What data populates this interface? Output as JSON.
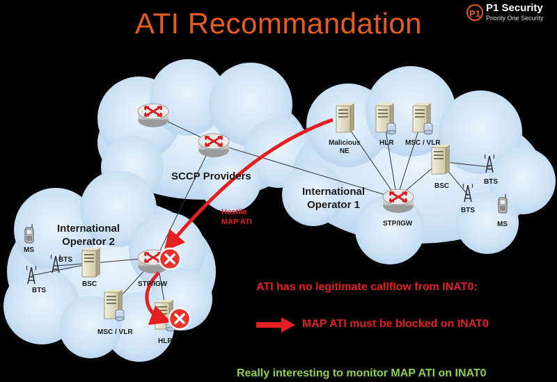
{
  "slide": {
    "title": "ATI Recommandation",
    "logo": {
      "mark": "P1",
      "name": "P1 Security",
      "tagline": "Priority One Security"
    }
  },
  "diagram": {
    "clouds": {
      "sccp": "SCCP Providers",
      "op1": "International\nOperator 1",
      "op2": "International\nOperator 2"
    },
    "op1_labels": {
      "malicious": "Malicious\nNE",
      "hlr": "HLR",
      "msc": "MSC / VLR",
      "bsc": "BSC",
      "bts1": "BTS",
      "bts2": "BTS",
      "ms": "MS",
      "stp": "STP/IGW"
    },
    "op2_labels": {
      "ms": "MS",
      "bts1": "BTS",
      "bts2": "BTS",
      "bsc": "BSC",
      "stp": "STP/IGW",
      "msc": "MSC / VLR",
      "hlr": "HLR"
    },
    "hostile_label": "Hostile\nMAP ATI",
    "colors": {
      "attack": "#e41f1f",
      "cloud": "#cfe4f7",
      "blocked": "#e8332b",
      "title": "#e65c1f",
      "monitor": "#8ed14a"
    }
  },
  "messages": {
    "line1": "ATI has no legitimate callflow from INAT0:",
    "line2": "MAP ATI must be blocked on INAT0",
    "line3": "Really interesting to monitor MAP ATI on INAT0"
  }
}
